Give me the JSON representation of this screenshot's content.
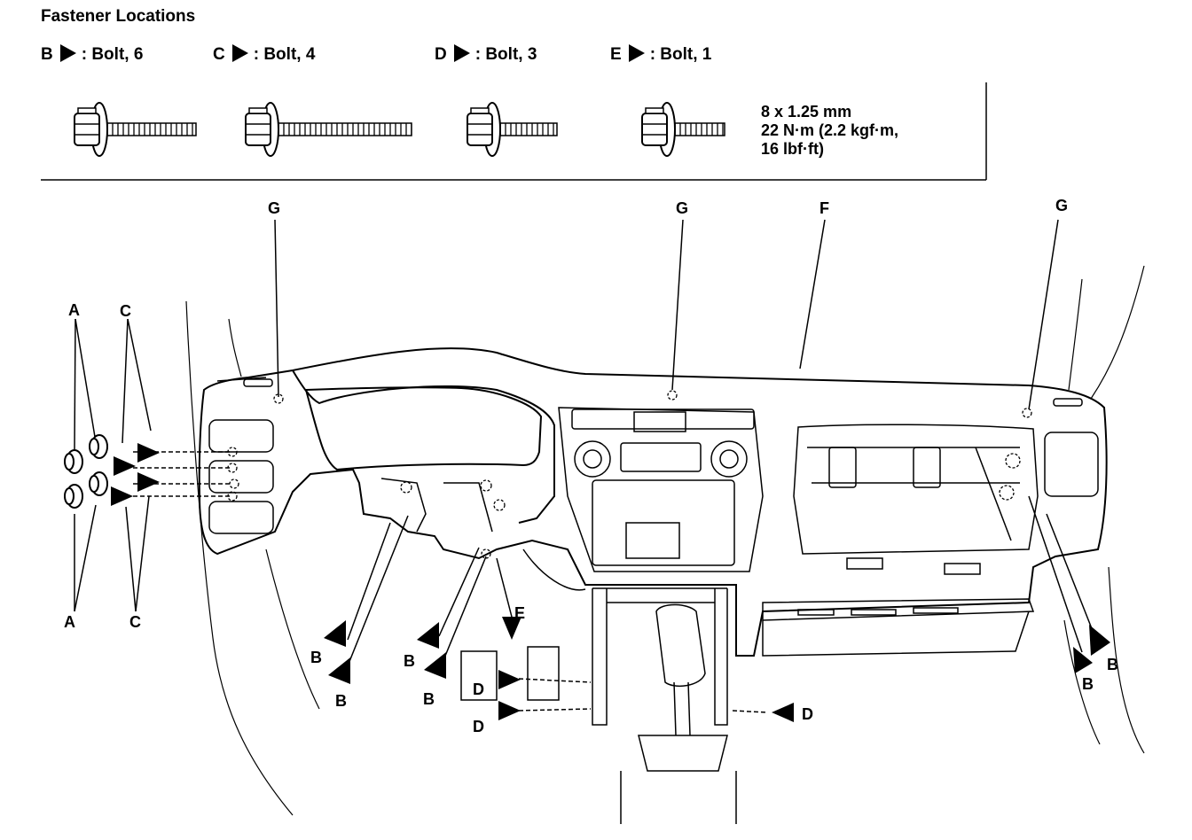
{
  "title": "Fastener Locations",
  "legend": [
    {
      "letter": "B",
      "text": ": Bolt, 6"
    },
    {
      "letter": "C",
      "text": ": Bolt, 4"
    },
    {
      "letter": "D",
      "text": ": Bolt, 3"
    },
    {
      "letter": "E",
      "text": ": Bolt, 1"
    }
  ],
  "spec": {
    "size": "8 x 1.25 mm",
    "torque": "22 N·m (2.2 kgf·m,",
    "torque_imperial": "16 lbf·ft)"
  },
  "callouts": {
    "A": "A",
    "B": "B",
    "C": "C",
    "D": "D",
    "E": "E",
    "F": "F",
    "G": "G"
  }
}
